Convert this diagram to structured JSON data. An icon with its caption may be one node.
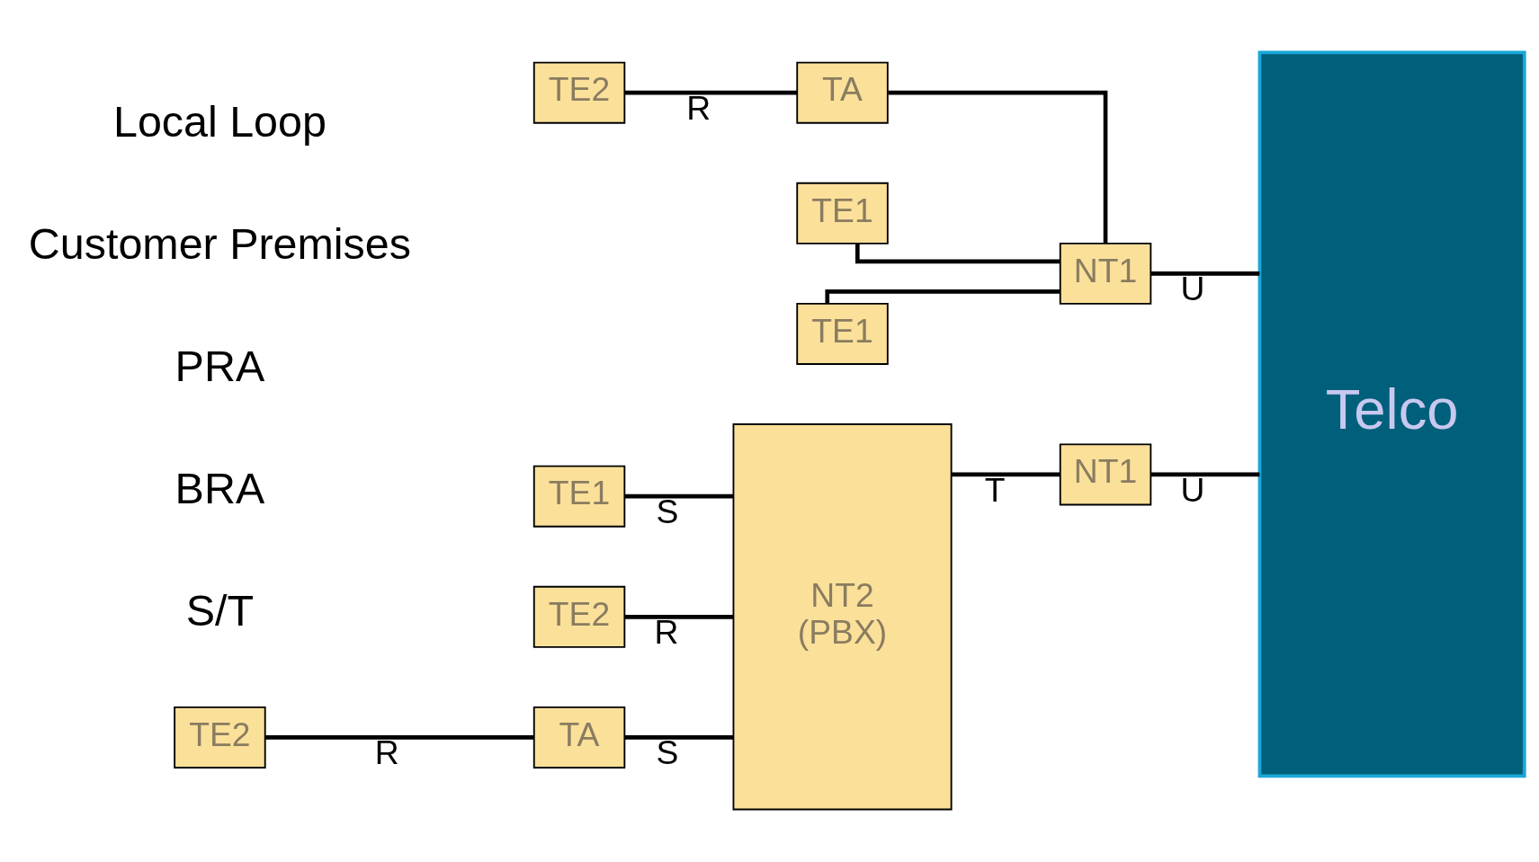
{
  "diagram": {
    "nodes": [
      {
        "text": [
          "TE1"
        ]
      },
      {
        "text": [
          "TE1"
        ]
      },
      {
        "text": [
          "TE2"
        ]
      },
      {
        "text": [
          "TA"
        ]
      },
      {
        "text": [
          "NT1"
        ]
      },
      {
        "text": [
          "Telco"
        ]
      },
      {
        "text": [
          "TE1"
        ]
      },
      {
        "text": [
          "TE2"
        ]
      },
      {
        "text": [
          "TE2"
        ]
      },
      {
        "text": [
          "TA"
        ]
      },
      {
        "text": [
          "NT2",
          "(PBX)"
        ]
      },
      {
        "text": [
          "NT1"
        ]
      }
    ],
    "edges": [
      {
        "from": 0,
        "to": 4,
        "arrow": "none"
      },
      {
        "from": 1,
        "to": 4,
        "arrow": "none"
      },
      {
        "from": 2,
        "to": 3,
        "label": "R",
        "arrow": "none"
      },
      {
        "from": 3,
        "to": 4,
        "arrow": "none"
      },
      {
        "from": 4,
        "to": 5,
        "label": "U",
        "arrow": "none"
      },
      {
        "from": 6,
        "to": 10,
        "label": "S",
        "arrow": "none"
      },
      {
        "from": 7,
        "to": 10,
        "label": "R",
        "arrow": "none"
      },
      {
        "from": 8,
        "to": 9,
        "label": "R",
        "arrow": "none"
      },
      {
        "from": 9,
        "to": 10,
        "label": "S",
        "arrow": "none"
      },
      {
        "from": 10,
        "to": 11,
        "label": "T",
        "arrow": "none"
      },
      {
        "from": 11,
        "to": 5,
        "label": "U",
        "arrow": "none"
      }
    ],
    "labels": [
      "S/T",
      "BRA",
      "PRA",
      "Customer Premises",
      "Local Loop"
    ]
  }
}
